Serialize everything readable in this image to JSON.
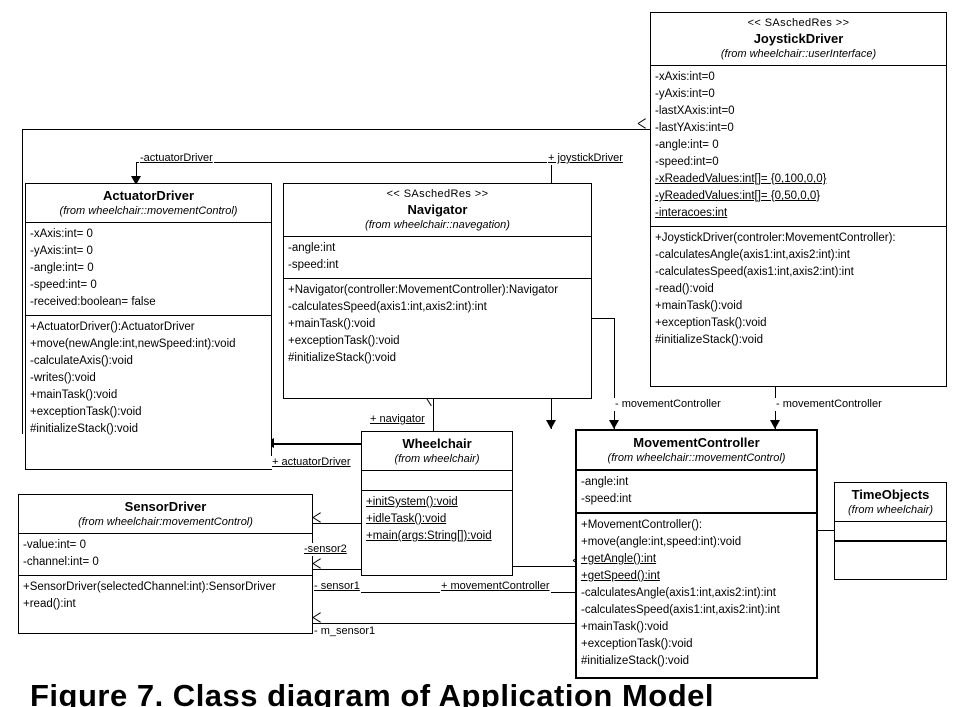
{
  "figure": {
    "caption": "Figure 7. Class diagram of Application Model"
  },
  "classes": {
    "joystick_driver": {
      "stereotype": "<< SAschedRes >>",
      "name": "JoystickDriver",
      "from": "(from wheelchair::userInterface)",
      "attributes": [
        "-xAxis:int=0",
        "-yAxis:int=0",
        "-lastXAxis:int=0",
        "-lastYAxis:int=0",
        "-angle:int= 0",
        "-speed:int=0",
        "-xReadedValues:int[]= {0,100,0,0}",
        "-yReadedValues:int[]= {0,50,0,0}",
        "-interacoes:int"
      ],
      "static_attributes": [
        "-xReadedValues:int[]= {0,100,0,0}",
        "-yReadedValues:int[]= {0,50,0,0}",
        "-interacoes:int"
      ],
      "operations": [
        "+JoystickDriver(controler:MovementController):",
        "-calculatesAngle(axis1:int,axis2:int):int",
        "-calculatesSpeed(axis1:int,axis2:int):int",
        "-read():void",
        "+mainTask():void",
        "+exceptionTask():void",
        "#initializeStack():void"
      ]
    },
    "actuator_driver": {
      "stereotype": "",
      "name": "ActuatorDriver",
      "from": "(from wheelchair::movementControl)",
      "attributes": [
        "-xAxis:int= 0",
        "-yAxis:int= 0",
        "-angle:int= 0",
        "-speed:int= 0",
        "-received:boolean= false"
      ],
      "static_attributes": [],
      "operations": [
        "+ActuatorDriver():ActuatorDriver",
        "+move(newAngle:int,newSpeed:int):void",
        "-calculateAxis():void",
        "-writes():void",
        "+mainTask():void",
        "+exceptionTask():void",
        "#initializeStack():void"
      ]
    },
    "navigator": {
      "stereotype": "<< SAschedRes >>",
      "name": "Navigator",
      "from": "(from wheelchair::navegation)",
      "attributes": [
        "-angle:int",
        "-speed:int"
      ],
      "static_attributes": [],
      "operations": [
        "+Navigator(controller:MovementController):Navigator",
        "-calculatesSpeed(axis1:int,axis2:int):int",
        "+mainTask():void",
        "+exceptionTask():void",
        "#initializeStack():void"
      ]
    },
    "movement_controller": {
      "stereotype": "",
      "name": "MovementController",
      "from": "(from wheelchair::movementControl)",
      "attributes": [
        "-angle:int",
        "-speed:int"
      ],
      "static_attributes": [],
      "operations": [
        "+MovementController():",
        "+move(angle:int,speed:int):void",
        "+getAngle():int",
        "+getSpeed():int",
        "-calculatesAngle(axis1:int,axis2:int):int",
        "-calculatesSpeed(axis1:int,axis2:int):int",
        "+mainTask():void",
        "+exceptionTask():void",
        "#initializeStack():void"
      ],
      "static_operations": [
        "+getAngle():int",
        "+getSpeed():int"
      ]
    },
    "wheelchair": {
      "stereotype": "",
      "name": "Wheelchair",
      "from": "(from wheelchair)",
      "attributes": [],
      "static_attributes": [],
      "operations": [
        "+initSystem():void",
        "+idleTask():void",
        "+main(args:String[]):void"
      ],
      "static_operations": [
        "+initSystem():void",
        "+idleTask():void",
        "+main(args:String[]):void"
      ]
    },
    "sensor_driver": {
      "stereotype": "",
      "name": "SensorDriver",
      "from": "(from wheelchair:movementControl)",
      "attributes": [
        "-value:int= 0",
        "-channel:int= 0"
      ],
      "static_attributes": [],
      "operations": [
        "+SensorDriver(selectedChannel:int):SensorDriver",
        "+read():int"
      ]
    },
    "time_objects": {
      "stereotype": "",
      "name": "TimeObjects",
      "from": "(from wheelchair)",
      "attributes": [],
      "static_attributes": [],
      "operations": []
    }
  },
  "edges": {
    "actuator_driver_role": "-actuatorDriver",
    "joystick_driver_role": "+ joystickDriver",
    "navigator_role": "+ navigator",
    "actuator_driver_role2": "+ actuatorDriver",
    "movement_controller_role1": "- movementController",
    "movement_controller_role2": "- movementController",
    "movement_controller_role3": "+ movementController",
    "sensor2_role": "-sensor2",
    "sensor1_role": "- sensor1",
    "m_sensor1_role": "- m_sensor1"
  }
}
